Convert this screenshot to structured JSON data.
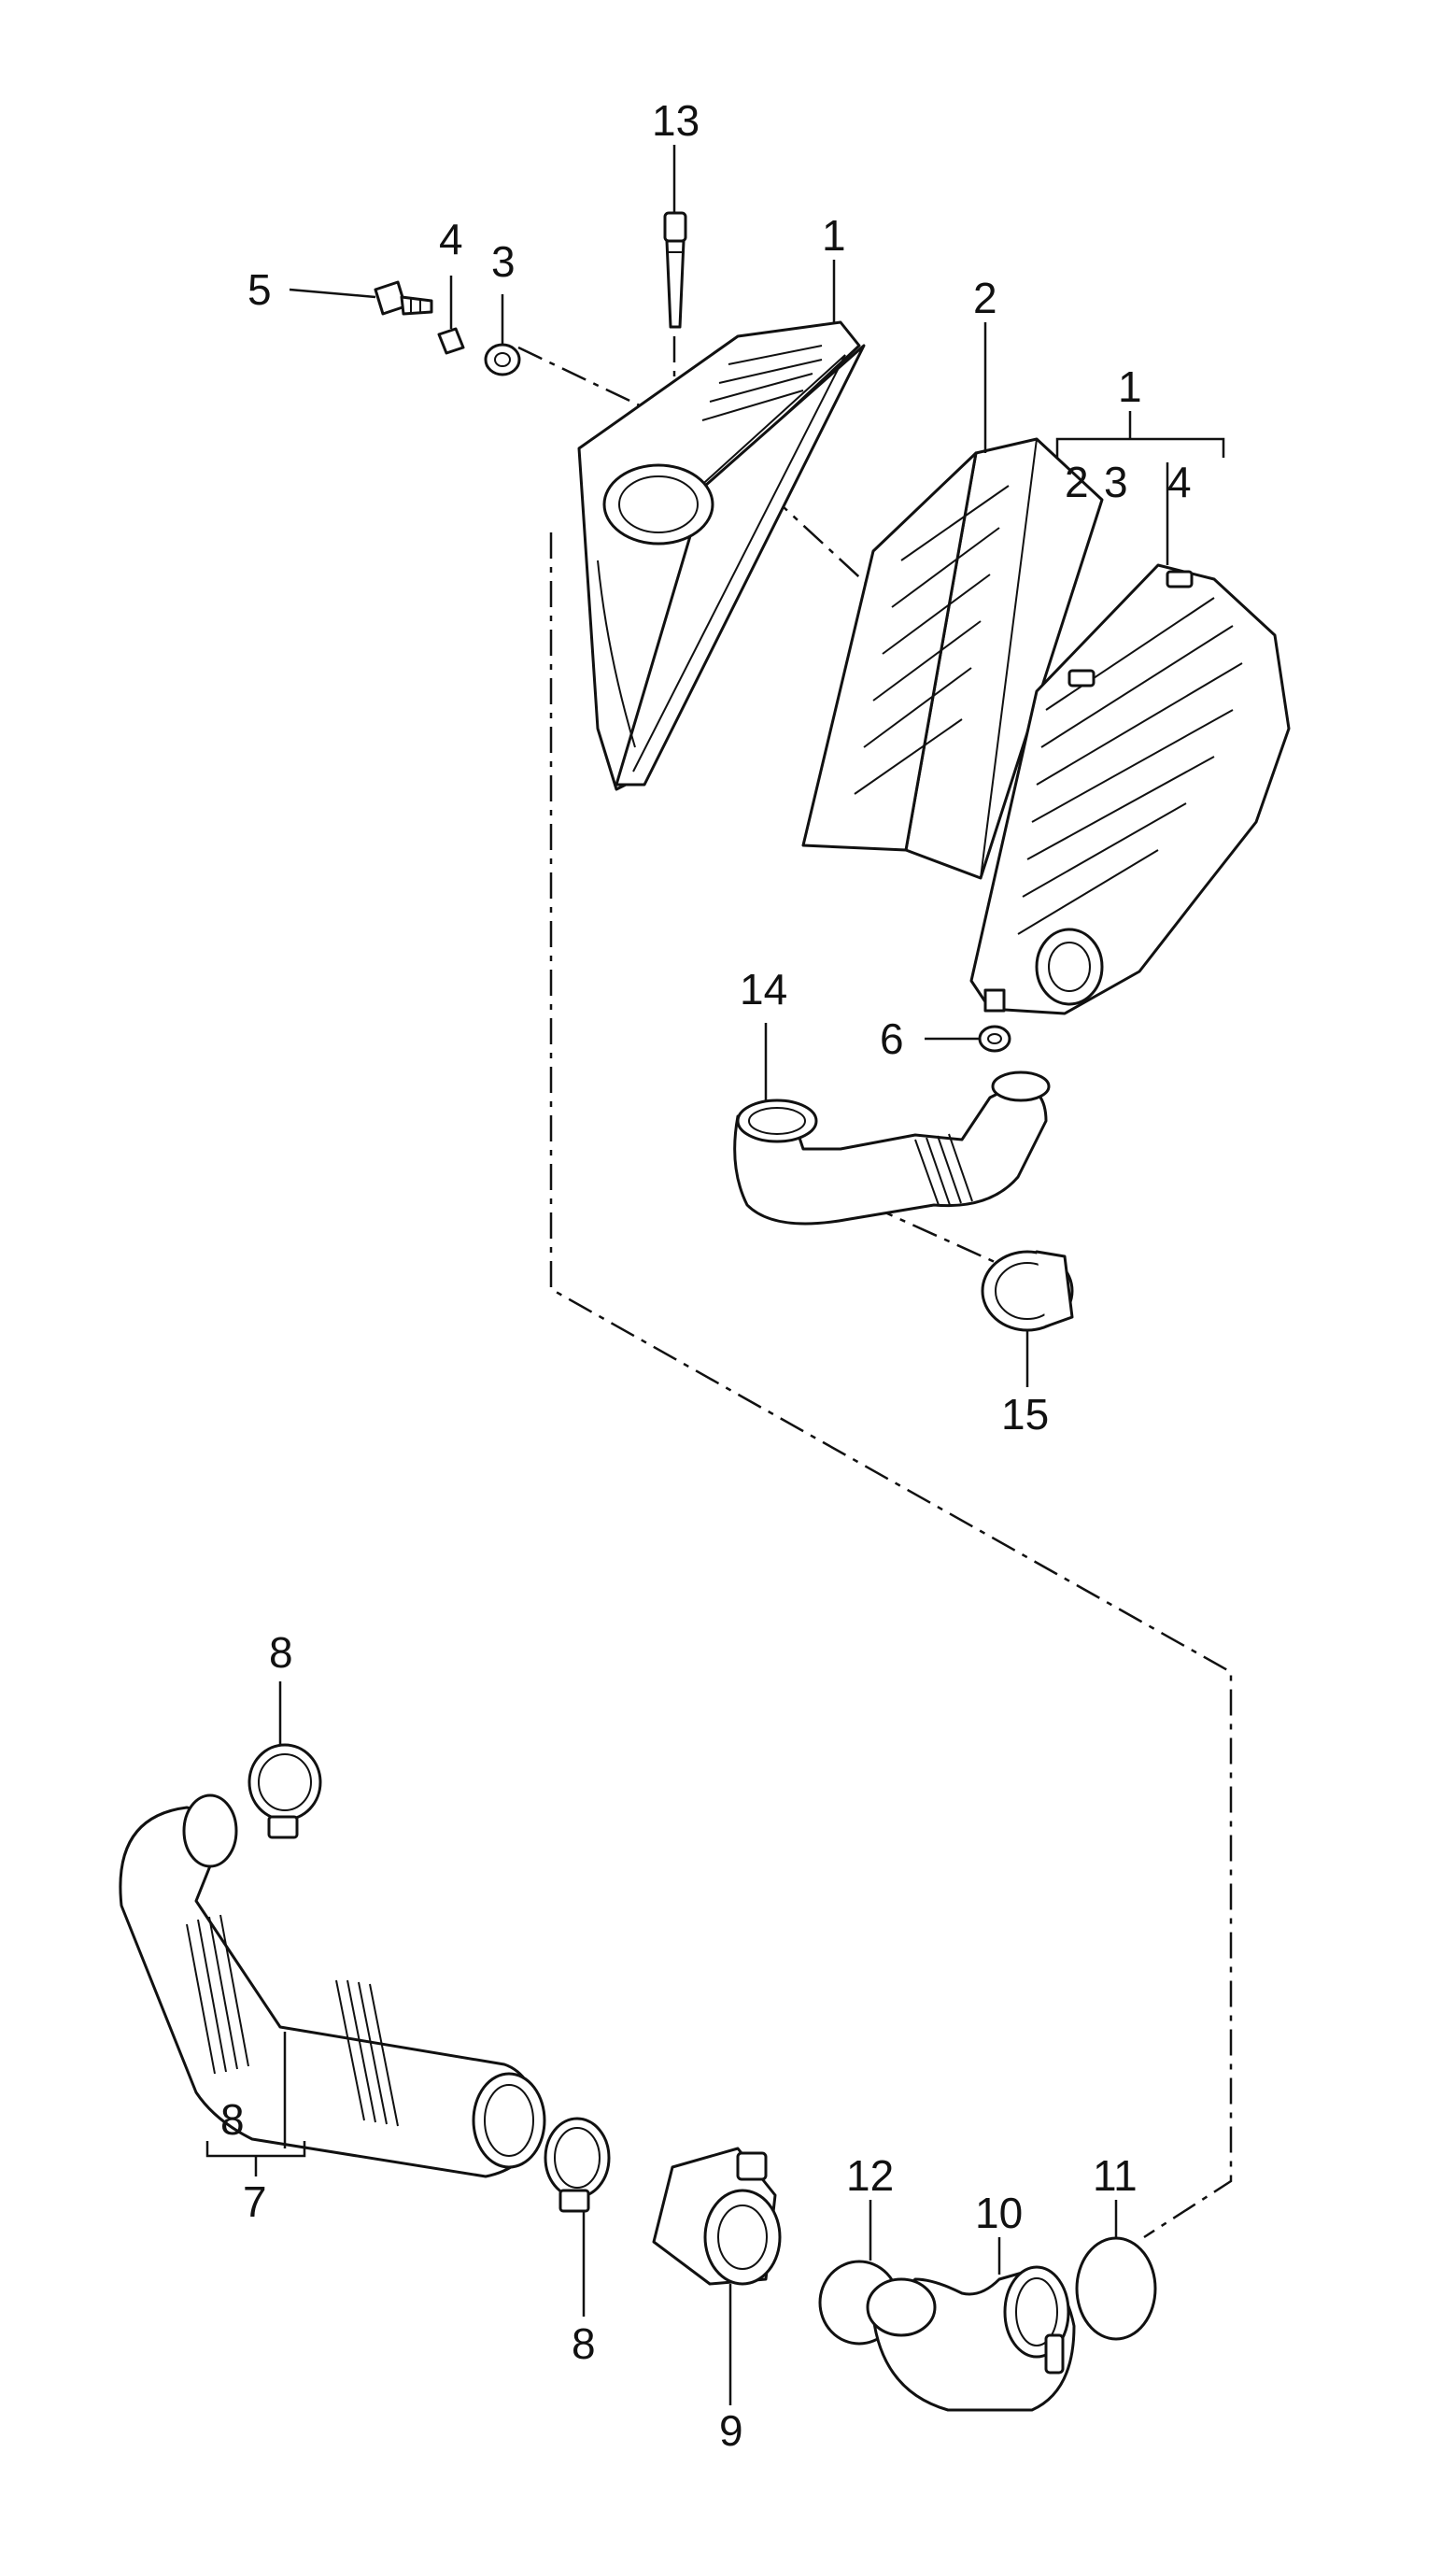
{
  "callouts": {
    "c13": "13",
    "c1_cover": "1",
    "c2": "2",
    "c1_housing": "1",
    "c1_sub_2": "2",
    "c1_sub_3": "3",
    "c1_sub_4": "4",
    "c5": "5",
    "c4": "4",
    "c3": "3",
    "c14": "14",
    "c6": "6",
    "c15": "15",
    "c8_top": "8",
    "c8_kit": "8",
    "c7": "7",
    "c8_bottom": "8",
    "c9": "9",
    "c12": "12",
    "c10": "10",
    "c11": "11"
  },
  "colors": {
    "line": "#111111",
    "background": "#ffffff"
  }
}
